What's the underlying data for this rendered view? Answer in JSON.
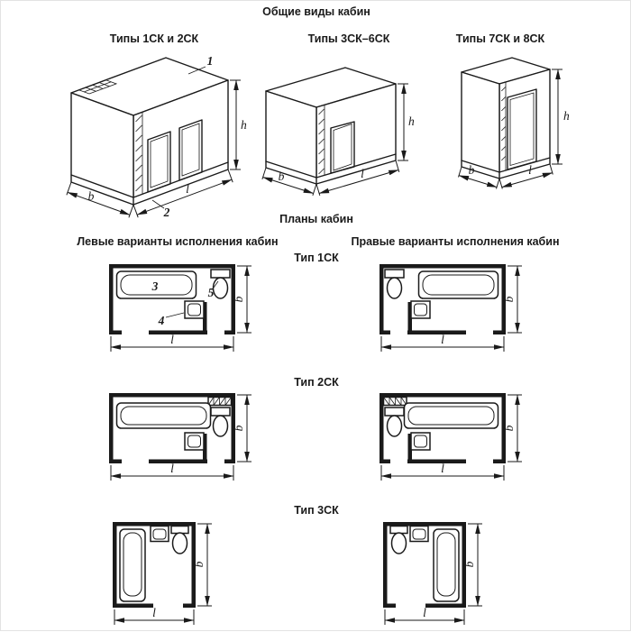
{
  "page": {
    "title": "Общие виды кабин",
    "plans_title": "Планы кабин"
  },
  "views": {
    "v1": {
      "title": "Типы 1СК и 2СК",
      "callout_cabin": "1",
      "callout_base": "2"
    },
    "v2": {
      "title": "Типы 3СК–6СК"
    },
    "v3": {
      "title": "Типы 7СК и 8СК"
    }
  },
  "columns": {
    "left": "Левые варианты исполнения кабин",
    "right": "Правые варианты исполнения кабин"
  },
  "rows": {
    "r1": {
      "label": "Тип 1СК",
      "callout_bath": "3",
      "callout_washbasin": "4",
      "callout_toilet": "5"
    },
    "r2": {
      "label": "Тип 2СК"
    },
    "r3": {
      "label": "Тип 3СК"
    }
  },
  "dims": {
    "height": "h",
    "width": "b",
    "length": "l"
  }
}
